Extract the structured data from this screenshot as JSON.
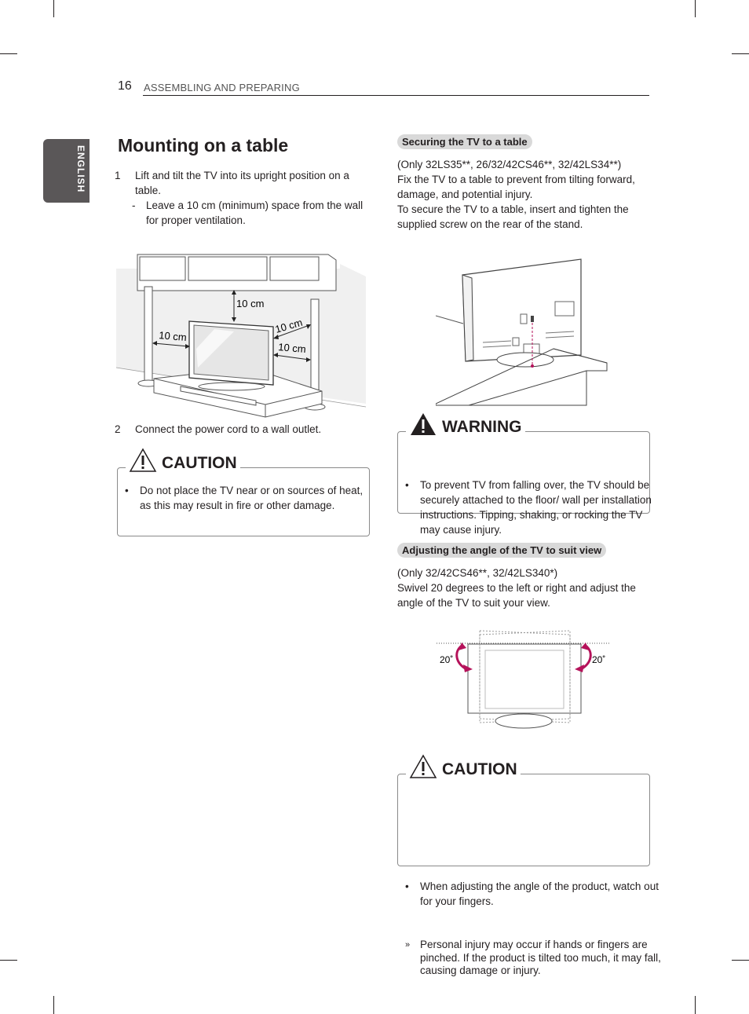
{
  "header": {
    "page_number": "16",
    "section": "ASSEMBLING AND PREPARING"
  },
  "side_tab": {
    "label": "ENGLISH"
  },
  "left": {
    "title": "Mounting on a table",
    "step1": {
      "num": "1",
      "text": "Lift and tilt the TV into its upright position on a table.",
      "sub_dash": "-",
      "sub": "Leave a 10 cm (minimum) space from the wall for proper ventilation."
    },
    "diagram_labels": {
      "top": "10 cm",
      "left": "10 cm",
      "right_upper": "10 cm",
      "right_lower": "10 cm"
    },
    "step2": {
      "num": "2",
      "text": "Connect the power cord to a wall outlet."
    },
    "caution": {
      "heading": "CAUTION",
      "bullet": "•",
      "item": "Do not place the TV near or on sources of heat, as this may result in fire or other damage."
    }
  },
  "right": {
    "securing": {
      "heading": "Securing the TV to a table",
      "models": "(Only 32LS35**, 26/32/42CS46**, 32/42LS34**)",
      "p1": "Fix the TV to a table to prevent from tilting forward, damage, and potential injury.",
      "p2": "To secure the TV to a table, insert and tighten the supplied screw on the rear of the stand."
    },
    "warning": {
      "heading": "WARNING",
      "bullet": "•",
      "item": "To prevent TV from falling over, the TV should be securely attached to the floor/ wall per installation instructions. Tipping, shaking, or rocking the TV may cause injury."
    },
    "adjusting": {
      "heading": "Adjusting the angle of the TV to suit view",
      "models": "(Only 32/42CS46**, 32/42LS340*)",
      "p1": "Swivel 20 degrees to the left or right and adjust the angle of the TV to suit your view.",
      "angle_left": "20˚",
      "angle_right": "20˚"
    },
    "caution": {
      "heading": "CAUTION",
      "bullet": "•",
      "item": "When adjusting the angle of the product, watch out for your fingers.",
      "sub_mark": "»",
      "sub": "Personal injury may occur if hands or fingers are pinched. If the product is tilted too much, it may fall, causing damage or injury."
    }
  },
  "colors": {
    "tab": "#5a5758",
    "pill": "#d9d9d9",
    "arrow": "#b5125a"
  }
}
